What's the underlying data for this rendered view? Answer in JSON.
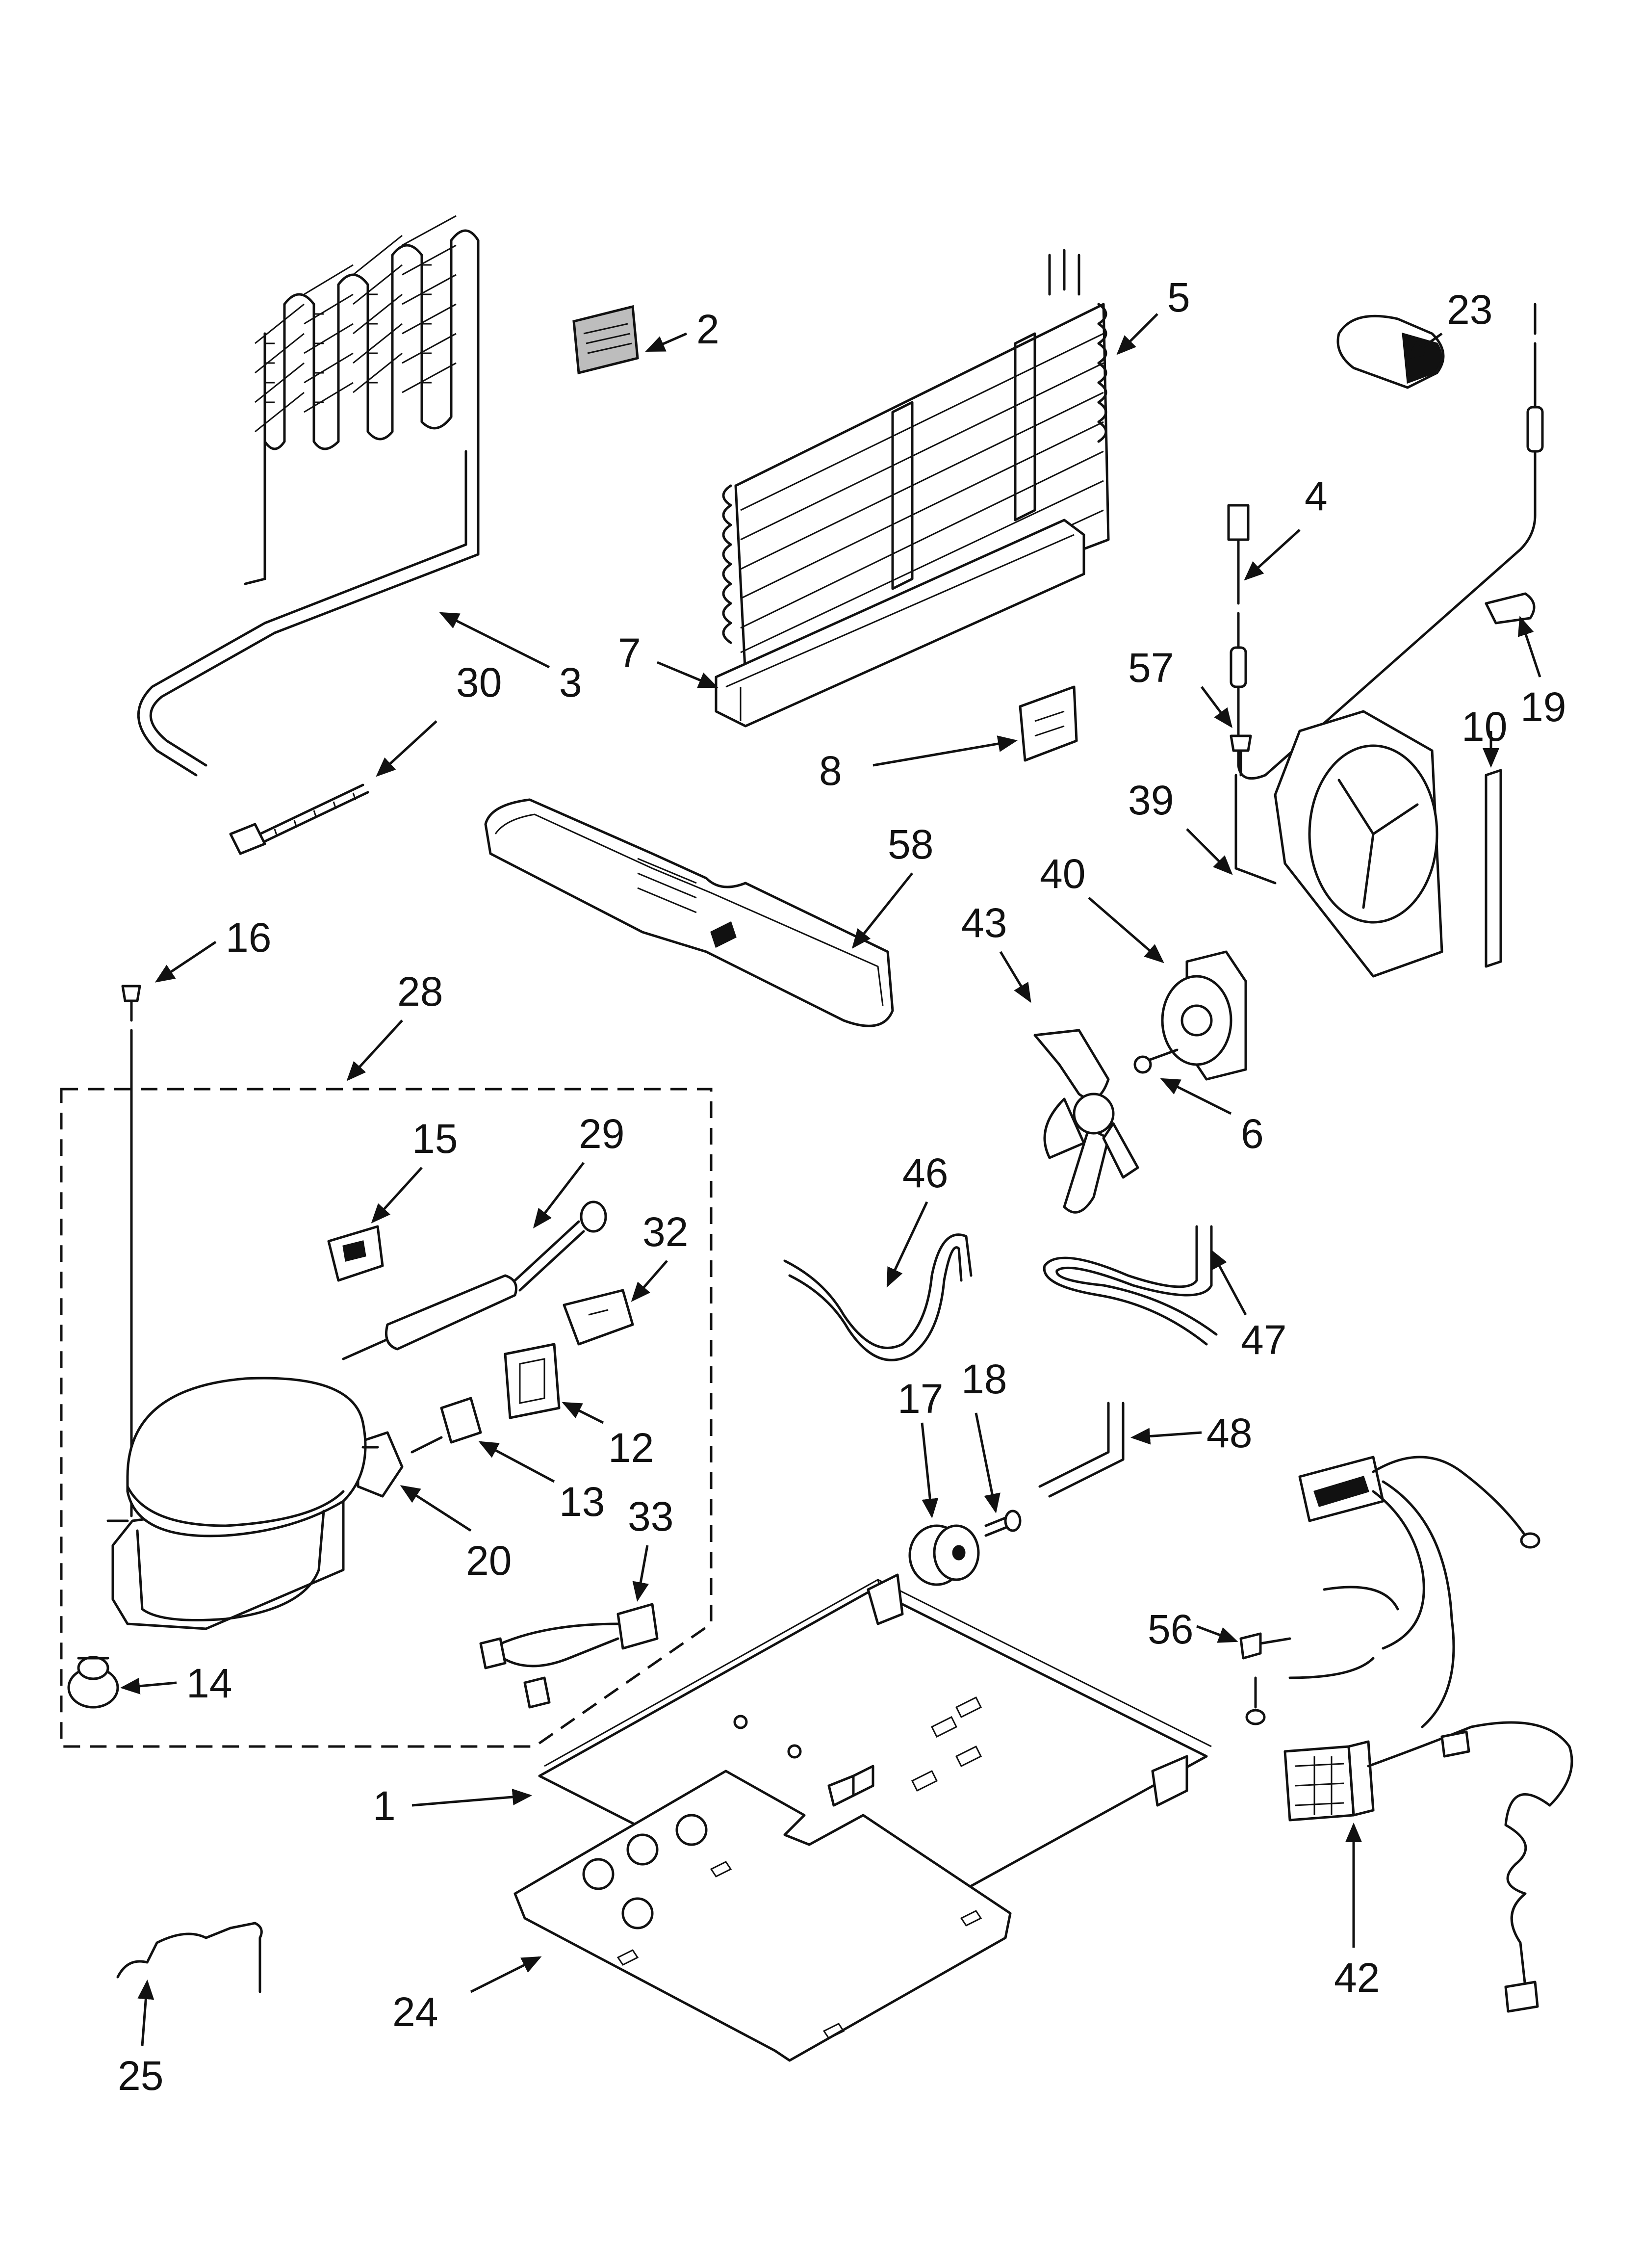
{
  "callouts": {
    "p1": "1",
    "p2": "2",
    "p3": "3",
    "p4": "4",
    "p5": "5",
    "p6": "6",
    "p7": "7",
    "p8": "8",
    "p10": "10",
    "p12": "12",
    "p13": "13",
    "p14": "14",
    "p15": "15",
    "p16": "16",
    "p17": "17",
    "p18": "18",
    "p19": "19",
    "p20": "20",
    "p23": "23",
    "p24": "24",
    "p25": "25",
    "p28": "28",
    "p29": "29",
    "p30": "30",
    "p32": "32",
    "p33": "33",
    "p39": "39",
    "p40": "40",
    "p42": "42",
    "p43": "43",
    "p46": "46",
    "p47": "47",
    "p48": "48",
    "p56": "56",
    "p57": "57",
    "p58": "58"
  },
  "icons": {
    "leader": "arrow-leader-icon"
  }
}
